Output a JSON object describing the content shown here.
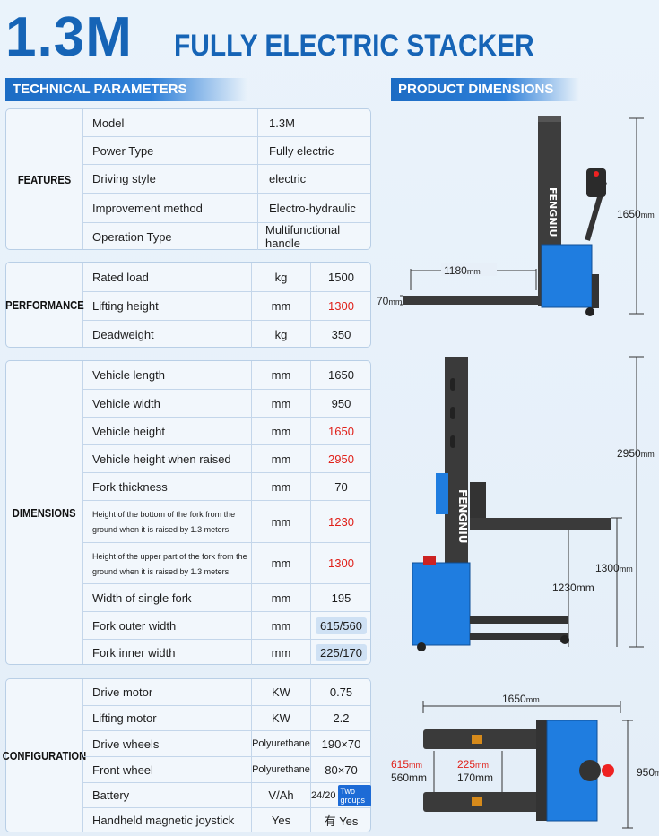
{
  "header": {
    "model_big": "1.3M",
    "title": "FULLY ELECTRIC STACKER",
    "tech_bar": "TECHNICAL PARAMETERS",
    "dim_bar": "PRODUCT DIMENSIONS"
  },
  "features": {
    "group": "FEATURES",
    "rows": [
      {
        "label": "Model",
        "value": "1.3M"
      },
      {
        "label": "Power Type",
        "value": "Fully electric"
      },
      {
        "label": "Driving style",
        "value": "electric"
      },
      {
        "label": "Improvement method",
        "value": "Electro-hydraulic"
      },
      {
        "label": "Operation Type",
        "value": "Multifunctional handle"
      }
    ]
  },
  "performance": {
    "group": "PERFORMANCE",
    "rows": [
      {
        "label": "Rated load",
        "unit": "kg",
        "value": "1500"
      },
      {
        "label": "Lifting height",
        "unit": "mm",
        "value": "1300"
      },
      {
        "label": "Deadweight",
        "unit": "kg",
        "value": "350"
      }
    ]
  },
  "dimensions": {
    "group": "DIMENSIONS",
    "rows": [
      {
        "label": "Vehicle length",
        "unit": "mm",
        "value": "1650"
      },
      {
        "label": "Vehicle width",
        "unit": "mm",
        "value": "950"
      },
      {
        "label": "Vehicle height",
        "unit": "mm",
        "value": "1650"
      },
      {
        "label": "Vehicle height when raised",
        "unit": "mm",
        "value": "2950"
      },
      {
        "label": "Fork thickness",
        "unit": "mm",
        "value": "70"
      },
      {
        "label": "Height of the bottom of the fork from the ground when it is raised by 1.3 meters",
        "unit": "mm",
        "value": "1230"
      },
      {
        "label": "Height of the upper part of the fork from the ground when it is raised by 1.3 meters",
        "unit": "mm",
        "value": "1300"
      },
      {
        "label": "Width of single fork",
        "unit": "mm",
        "value": "195"
      },
      {
        "label": "Fork outer width",
        "unit": "mm",
        "value": "615/560"
      },
      {
        "label": "Fork inner width",
        "unit": "mm",
        "value": "225/170"
      }
    ]
  },
  "configuration": {
    "group": "CONFIGURATION",
    "rows": [
      {
        "label": "Drive motor",
        "unit": "KW",
        "value": "0.75"
      },
      {
        "label": "Lifting motor",
        "unit": "KW",
        "value": "2.2"
      },
      {
        "label": "Drive wheels",
        "unit": "Polyurethane",
        "value": "190×70"
      },
      {
        "label": "Front wheel",
        "unit": "Polyurethane",
        "value": "80×70"
      },
      {
        "label": "Battery",
        "unit": "V/Ah",
        "value": "24/20",
        "tag": "Two groups"
      },
      {
        "label": "Handheld magnetic joystick",
        "unit": "Yes",
        "value": "有 Yes"
      }
    ]
  },
  "diagrams": {
    "brand": "FENGNIU",
    "side_height": "1650",
    "side_length": "1180",
    "fork_thickness": "70",
    "raised_height": "2950",
    "fork_top": "1300",
    "fork_bottom": "1230mm",
    "top_length": "1650",
    "top_width": "950",
    "outer_width_red": "615",
    "outer_width": "560mm",
    "inner_width_red": "225",
    "inner_width": "170mm",
    "unit": "mm"
  }
}
